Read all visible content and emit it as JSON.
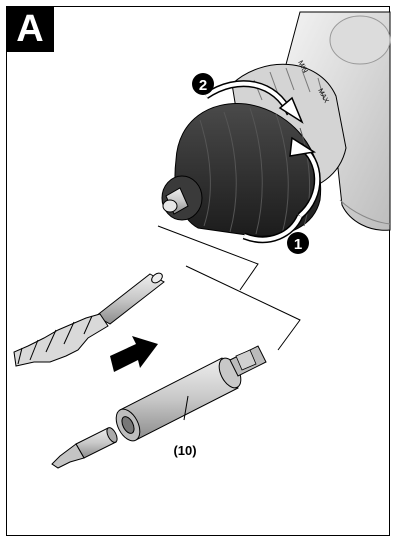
{
  "figure": {
    "panel_label": "A",
    "step_labels": [
      "1",
      "2"
    ],
    "collar_labels": {
      "min": "MIN",
      "max": "MAX"
    },
    "part_label": "(10)"
  },
  "colors": {
    "ink": "#000000",
    "chuck_dark": "#2b2b2b",
    "body_light": "#e6e6e6",
    "metal": "#cfcfcf"
  }
}
